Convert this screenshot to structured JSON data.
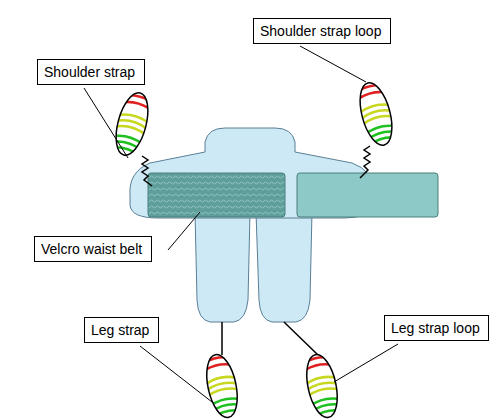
{
  "diagram": {
    "nodes": [
      {
        "text": [
          "Shoulder strap loop"
        ]
      },
      {
        "text": [
          "Shoulder strap"
        ]
      },
      {
        "text": [
          "Velcro waist belt"
        ]
      },
      {
        "text": [
          "Leg strap"
        ]
      },
      {
        "text": [
          "Leg strap loop"
        ]
      }
    ]
  }
}
